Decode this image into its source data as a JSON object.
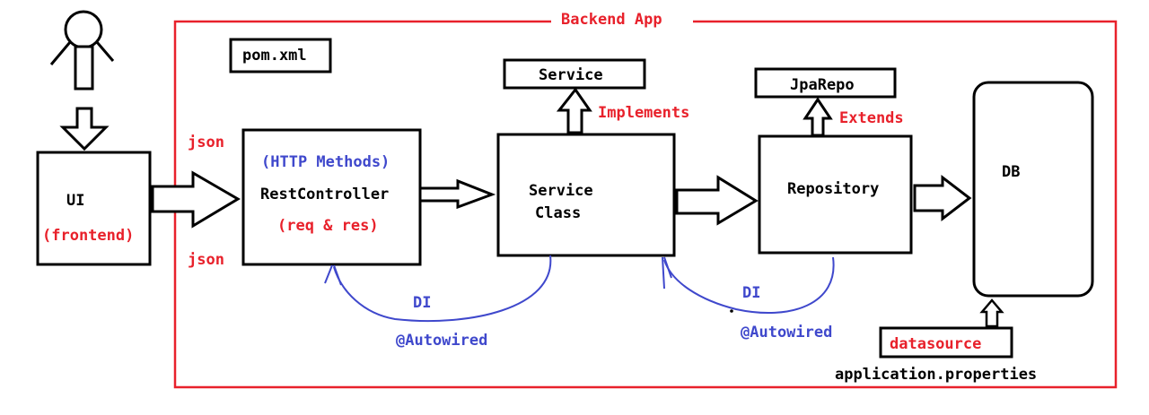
{
  "colors": {
    "stroke": "#000000",
    "red": "#e8212b",
    "blue": "#3f48cc",
    "background": "#ffffff"
  },
  "icons": {
    "user": "stick-figure-icon"
  },
  "backend": {
    "title": "Backend App"
  },
  "pom": {
    "label": "pom.xml"
  },
  "ui": {
    "label": "UI",
    "sublabel": "(frontend)"
  },
  "json": {
    "top": "json",
    "bottom": "json"
  },
  "controller": {
    "methods": "(HTTP Methods)",
    "label": "RestController",
    "reqres": "(req & res)"
  },
  "service_interface": {
    "label": "Service",
    "relation": "Implements"
  },
  "service_class": {
    "line1": "Service",
    "line2": "Class"
  },
  "jparepo": {
    "label": "JpaRepo",
    "relation": "Extends"
  },
  "repository": {
    "label": "Repository"
  },
  "db": {
    "label": "DB"
  },
  "datasource": {
    "label": "datasource",
    "file": "application.properties"
  },
  "di_left": {
    "di": "DI",
    "autowired": "@Autowired"
  },
  "di_right": {
    "di": "DI",
    "autowired": "@Autowired"
  }
}
